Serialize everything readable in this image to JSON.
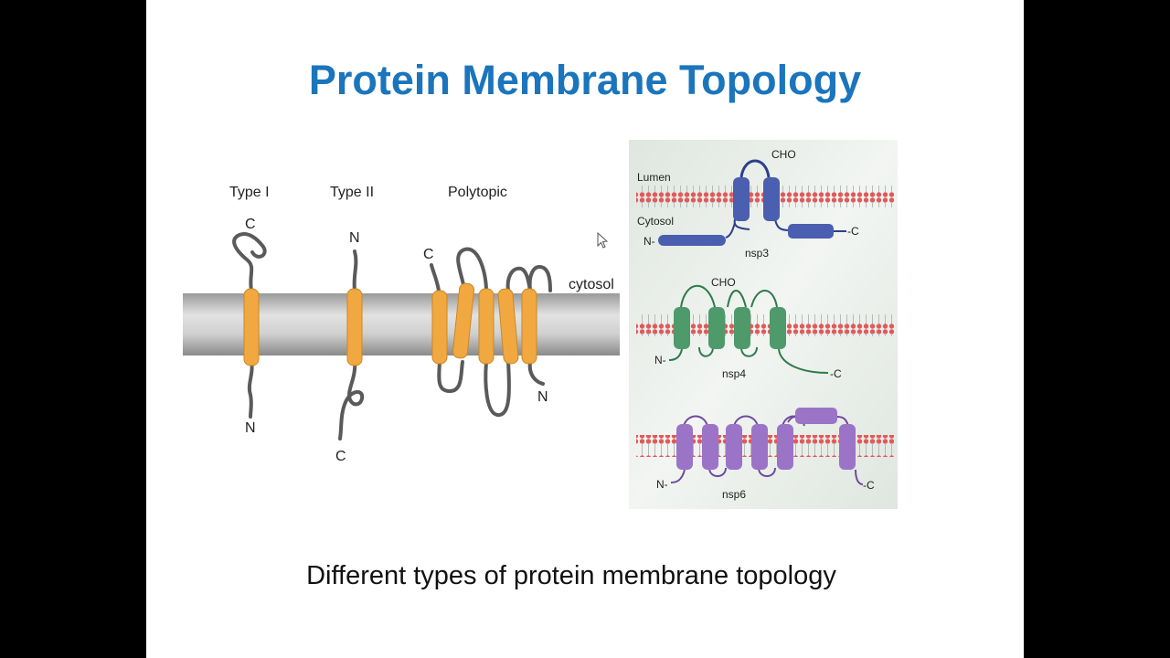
{
  "slide": {
    "title": "Protein Membrane Topology",
    "caption": "Different types of protein membrane topology"
  },
  "left_diagram": {
    "type_labels": [
      "Type I",
      "Type II",
      "Polytopic"
    ],
    "cytosol_label": "cytosol",
    "terminus_labels": {
      "type1_top": "C",
      "type1_bottom": "N",
      "type2_top": "N",
      "type2_bottom": "C",
      "poly_top": "C",
      "poly_bottom": "N"
    },
    "colors": {
      "membrane": "#bdbdbd",
      "helix": "#f2a840",
      "chain": "#5a5a5a"
    }
  },
  "right_diagram": {
    "lumen_label": "Lumen",
    "cytosol_label": "Cytosol",
    "glyco_label": "CHO",
    "n_label": "N-",
    "c_label": "-C",
    "proteins": [
      "nsp3",
      "nsp4",
      "nsp6"
    ],
    "colors": {
      "nsp3": "#4a5fb0",
      "nsp4": "#4f9a6a",
      "nsp6": "#9b74c8",
      "lipid_head": "#e05a5a",
      "panel": "#e3e9e2"
    }
  }
}
